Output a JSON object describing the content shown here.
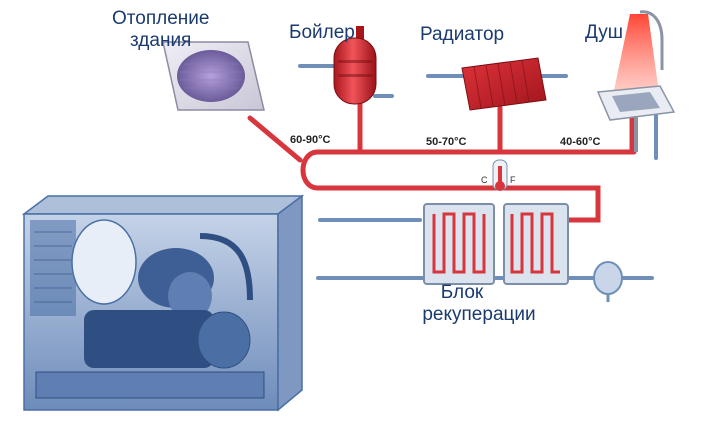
{
  "labels": {
    "heating_line1": "Отопление",
    "heating_line2": "здания",
    "boiler": "Бойлер",
    "radiator": "Радиатор",
    "shower": "Душ",
    "recovery_line1": "Блок",
    "recovery_line2": "рекуперации"
  },
  "temperatures": {
    "heating": "60-90°C",
    "radiator": "50-70°C",
    "shower": "40-60°C"
  },
  "thermometer_scale": {
    "c": "C",
    "f": "F"
  },
  "colors": {
    "hot_pipe": "#d8363d",
    "cold_pipe": "#6f8fb8",
    "compressor": "#4a6fa5",
    "label": "#1a3a70"
  }
}
